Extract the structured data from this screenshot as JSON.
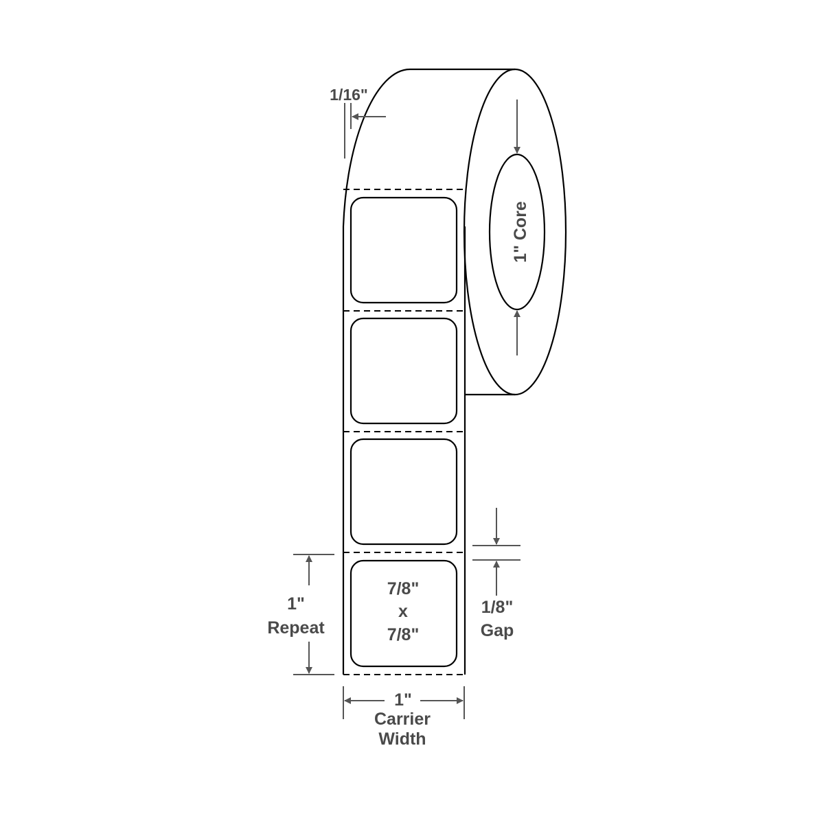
{
  "title": "Label roll specification",
  "dimensions": {
    "edge_margin": "1/16\"",
    "core": "1\" Core",
    "label_width": "7/8\"",
    "label_x": "x",
    "label_height": "7/8\"",
    "gap_value": "1/8\"",
    "gap_label": "Gap",
    "repeat_value": "1\"",
    "repeat_label": "Repeat",
    "carrier_value": "1\"",
    "carrier_label1": "Carrier",
    "carrier_label2": "Width"
  },
  "colors": {
    "line": "#000000",
    "dimension": "#555555",
    "text": "#4a4a4a"
  }
}
